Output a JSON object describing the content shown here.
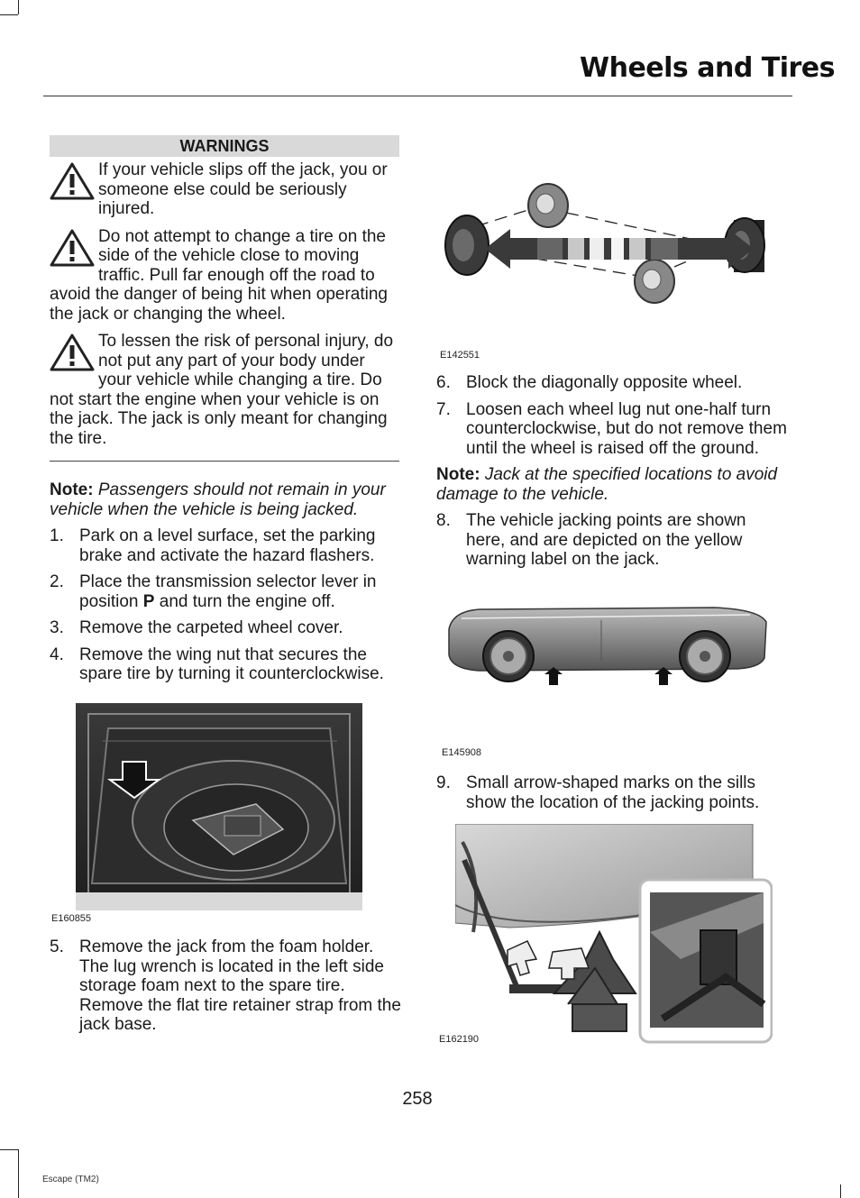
{
  "header": {
    "title": "Wheels and Tires"
  },
  "warnings": {
    "heading": "WARNINGS",
    "items": [
      "If your vehicle slips off the jack, you or someone else could be seriously injured.",
      "Do not attempt to change a tire on the side of the vehicle close to moving traffic. Pull far enough off the road to avoid the danger of being hit when operating the jack or changing the wheel.",
      "To lessen the risk of personal injury, do not put any part of your body under your vehicle while changing a tire. Do not start the engine when your vehicle is on the jack. The jack is only meant for changing the tire."
    ]
  },
  "note1": {
    "label": "Note:",
    "text": " Passengers should not remain in your vehicle when the vehicle is being jacked."
  },
  "steps_left": [
    {
      "num": "1.",
      "text": "Park on a level surface, set the parking brake and activate the hazard flashers."
    },
    {
      "num": "2.",
      "pre": "Place the transmission selector lever in position ",
      "bold": "P",
      "post": " and turn the engine off."
    },
    {
      "num": "3.",
      "text": "Remove the carpeted wheel cover."
    },
    {
      "num": "4.",
      "text": "Remove the wing nut that secures the spare tire by turning it counterclockwise."
    }
  ],
  "fig_trunk": {
    "id": "E160855"
  },
  "step5": {
    "num": "5.",
    "text": "Remove the jack from the foam holder. The lug wrench is located in the left side storage foam next to the spare tire. Remove the flat tire retainer strap from the jack base."
  },
  "fig_wheels": {
    "id": "E142551"
  },
  "steps_right": [
    {
      "num": "6.",
      "text": "Block the diagonally opposite wheel."
    },
    {
      "num": "7.",
      "text": "Loosen each wheel lug nut one-half turn counterclockwise, but do not remove them until the wheel is raised off the ground."
    }
  ],
  "note2": {
    "label": "Note:",
    "text": " Jack at the specified locations to avoid damage to the vehicle."
  },
  "step8": {
    "num": "8.",
    "text": "The vehicle jacking points are shown here, and are depicted on the yellow warning label on the jack."
  },
  "fig_car": {
    "id": "E145908"
  },
  "step9": {
    "num": "9.",
    "text": "Small arrow-shaped marks on the sills show the location of the jacking points."
  },
  "fig_jack": {
    "id": "E162190"
  },
  "page_number": "258",
  "footer": {
    "model": "Escape (TM2)"
  }
}
